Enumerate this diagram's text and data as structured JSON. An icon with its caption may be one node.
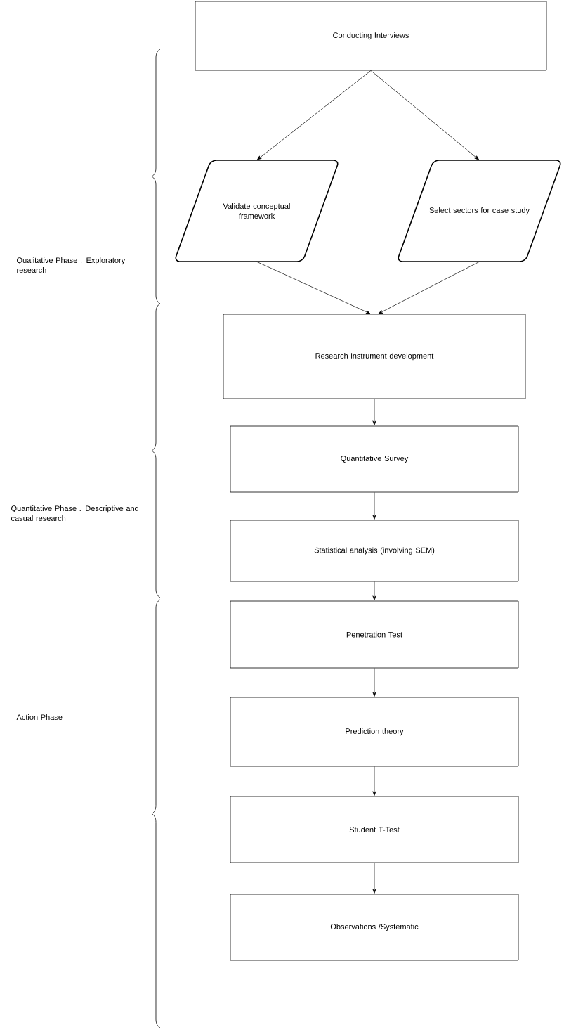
{
  "diagram": {
    "nodes": [
      {
        "text": [
          "Conducting Interviews"
        ]
      },
      {
        "text": [
          "Validate conceptual framework"
        ]
      },
      {
        "text": [
          "Select sectors for case study"
        ]
      },
      {
        "text": [
          "Research instrument development"
        ]
      },
      {
        "text": [
          "Quantitative Survey"
        ]
      },
      {
        "text": [
          "Statistical analysis (involving SEM)"
        ]
      },
      {
        "text": [
          "Penetration Test"
        ]
      },
      {
        "text": [
          "Prediction theory"
        ]
      },
      {
        "text": [
          "Student T-Test"
        ]
      },
      {
        "text": [
          "Observations /Systematic"
        ]
      }
    ],
    "edges": [
      {
        "from": 0,
        "to": 1,
        "arrow": "to"
      },
      {
        "from": 0,
        "to": 2,
        "arrow": "to"
      },
      {
        "from": 1,
        "to": 3,
        "arrow": "to"
      },
      {
        "from": 2,
        "to": 3,
        "arrow": "to"
      },
      {
        "from": 3,
        "to": 4,
        "arrow": "to"
      },
      {
        "from": 4,
        "to": 5,
        "arrow": "to"
      },
      {
        "from": 5,
        "to": 6,
        "arrow": "to"
      },
      {
        "from": 6,
        "to": 7,
        "arrow": "to"
      },
      {
        "from": 7,
        "to": 8,
        "arrow": "to"
      },
      {
        "from": 8,
        "to": 9,
        "arrow": "to"
      }
    ],
    "labels": [
      "Qualitative Phase . Exploratory research",
      "Quantitative Phase . Descriptive and casual research",
      "Action Phase"
    ]
  }
}
